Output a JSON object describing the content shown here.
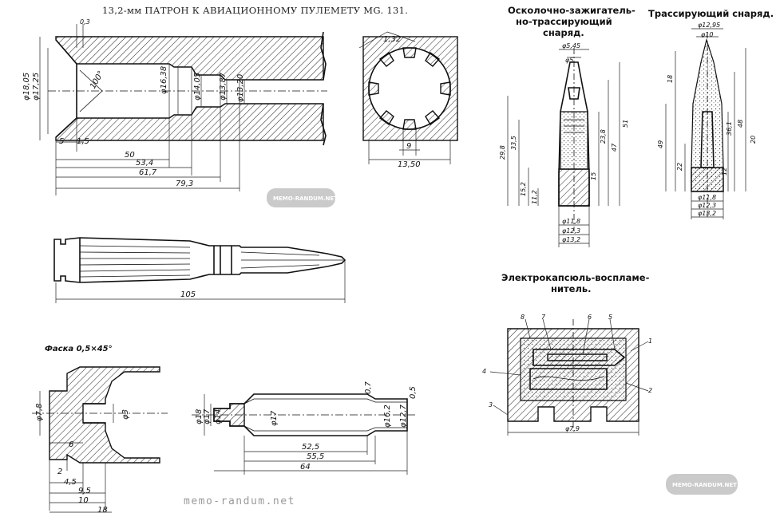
{
  "title": "13,2-мм ПАТРОН К АВИАЦИОННОМУ ПУЛЕМЕТУ MG. 131.",
  "section_titles": {
    "he_tracer": [
      "Осколочно-зажигатель-",
      "но-трассирующий",
      "снаряд."
    ],
    "tracer": "Трассирующий снаряд.",
    "primer": [
      "Электрокапсюль-воспламе-",
      "нитель."
    ]
  },
  "chamber_dims": {
    "top": "0,3",
    "d1": "φ18,05",
    "d2": "φ17,25",
    "angle": "100°",
    "d3": "φ16,38",
    "d4": "φ14,05",
    "d5": "φ13,87",
    "d6": "φ13,20",
    "b1": "5",
    "b2": "1,5",
    "l1": "50",
    "l2": "53,4",
    "l3": "61,7",
    "l4": "79,3"
  },
  "bore_dims": {
    "groove": "1,32",
    "land": "9",
    "width": "13,50"
  },
  "cartridge_dims": {
    "length": "105"
  },
  "base_dims": {
    "chamfer": "Фаска 0,5×45°",
    "d1": "φ7,8",
    "d2": "φ3",
    "b1": "6",
    "b2": "2",
    "b3": "4,5",
    "b4": "9,5",
    "b5": "10",
    "b6": "18"
  },
  "case_dims": {
    "d1": "φ18",
    "d2": "φ17",
    "d3": "φ14",
    "d4": "φ17",
    "t": "0,7",
    "d5": "φ16,2",
    "d6": "φ12,7",
    "t2": "0,5",
    "l1": "52,5",
    "l2": "55,5",
    "l3": "64"
  },
  "he_dims": {
    "top": "φ5,45",
    "d1": "φ5",
    "left1": "29,8",
    "left2": "33,5",
    "left3": "15,2",
    "left4": "11,2",
    "r1": "23,8",
    "r2": "47",
    "r3": "51",
    "r4": "15",
    "b1": "φ11,8",
    "b2": "φ12,3",
    "b3": "φ13,2"
  },
  "tr_dims": {
    "top": "φ12,95",
    "d1": "φ10",
    "l1": "18",
    "l2": "49",
    "l3": "22",
    "r1": "36,1",
    "r2": "48",
    "r3": "20",
    "r4": "12",
    "b1": "φ11,8",
    "b2": "φ12,3",
    "b3": "φ13,2"
  },
  "primer_callouts": [
    "8",
    "7",
    "6",
    "5",
    "1",
    "2",
    "3",
    "4"
  ],
  "primer_dims": {
    "d": "φ7,9"
  },
  "watermarks": [
    "memo-randum.net"
  ],
  "badges": [
    "MEMO-RANDUM.NET",
    "MEMO-RANDUM.NET"
  ],
  "colors": {
    "ink": "#111111",
    "paper": "#ffffff",
    "watermark": "#9a9a9a"
  }
}
